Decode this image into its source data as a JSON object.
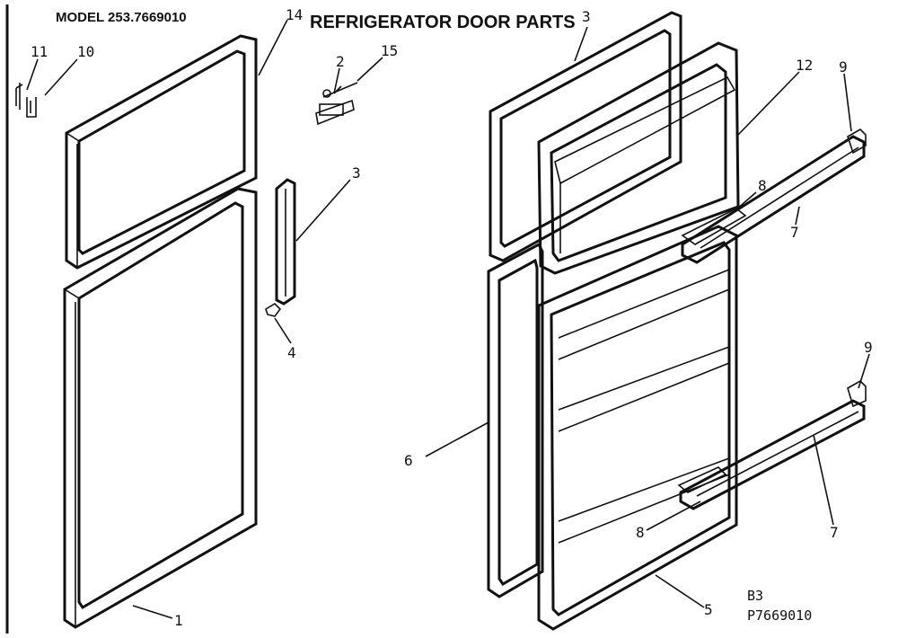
{
  "header": {
    "model": "MODEL 253.7669010",
    "title": "REFRIGERATOR DOOR PARTS"
  },
  "callouts": {
    "c1": "1",
    "c2": "2",
    "c3a": "3",
    "c3b": "3",
    "c4": "4",
    "c5": "5",
    "c6": "6",
    "c7a": "7",
    "c7b": "7",
    "c8a": "8",
    "c8b": "8",
    "c9a": "9",
    "c9b": "9",
    "c10": "10",
    "c11": "11",
    "c12": "12",
    "c14": "14",
    "c15": "15"
  },
  "footer": {
    "code1": "B3",
    "code2": "P7669010"
  }
}
